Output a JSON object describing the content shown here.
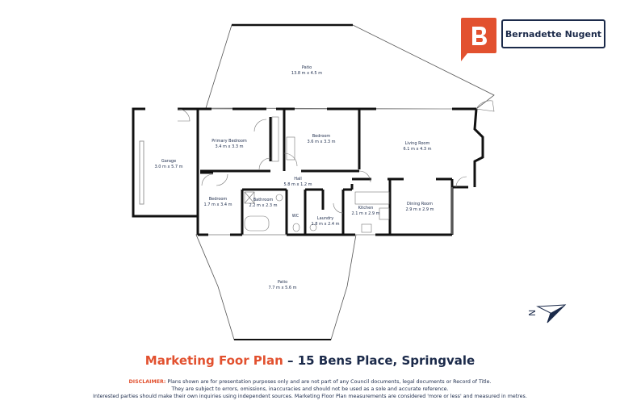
{
  "agent": {
    "name": "Bernadette Nugent",
    "logo_letter": "B",
    "brand_color": "#e2512f",
    "navy": "#1b2a4a"
  },
  "rooms": {
    "patio_top": {
      "name": "Patio",
      "size": "13.8 m x 4.5 m"
    },
    "primary_bedroom": {
      "name": "Primary Bedroom",
      "size": "3.4 m x 3.3 m"
    },
    "bedroom_2": {
      "name": "Bedroom",
      "size": "3.6 m x 3.3 m"
    },
    "garage": {
      "name": "Garage",
      "size": "3.0 m x 5.7 m"
    },
    "hall": {
      "name": "Hall",
      "size": "5.8 m x 1.2 m"
    },
    "bedroom_3": {
      "name": "Bedroom",
      "size": "1.7 m x 3.4 m"
    },
    "bathroom": {
      "name": "Bathroom",
      "size": "2.2 m x 2.3 m"
    },
    "wc": {
      "name": "WC"
    },
    "laundry": {
      "name": "Laundry",
      "size": "1.8 m x 2.4 m"
    },
    "kitchen": {
      "name": "Kitchen",
      "size": "2.1 m x 2.9 m"
    },
    "living_room": {
      "name": "Living Room",
      "size": "6.1 m x 4.3 m"
    },
    "dining_room": {
      "name": "Dining Room",
      "size": "2.9 m x 2.9 m"
    },
    "patio_bottom": {
      "name": "Patio",
      "size": "7.7 m x 5.6 m"
    }
  },
  "compass": {
    "label": "N",
    "icon": "north-arrow-icon"
  },
  "title": {
    "accent": "Marketing Foor Plan",
    "rest": " – 15 Bens Place, Springvale"
  },
  "disclaimer": {
    "label": "DISCLAIMER:",
    "line1": " Plans shown are for presentation purposes only and are not part of any Council documents, legal documents or Record of Title.",
    "line2": "They are subject to errors, omissions, inaccuracies and should not be used as a sole and accurate reference.",
    "line3": "Interested parties should make their own inquiries using independent sources. Marketing Floor Plan measurements are considered 'more or less' and measured in metres."
  }
}
